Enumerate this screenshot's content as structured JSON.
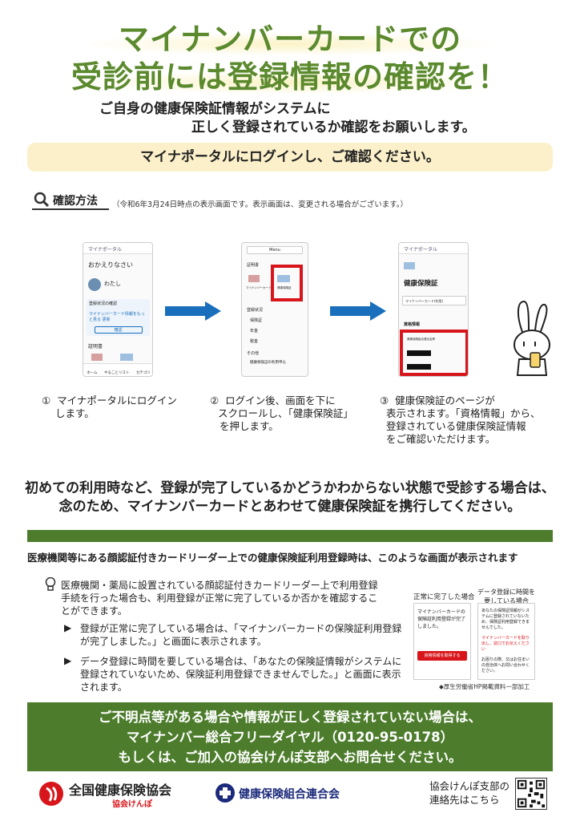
{
  "header": {
    "title_line1": "マイナンバーカードでの",
    "title_line2": "受診前には登録情報の確認を！",
    "subtitle_line1": "ご自身の健康保険証情報がシステムに",
    "subtitle_line2": "正しく登録されているか確認をお願いします。",
    "banner": "マイナポータルにログインし、ご確認ください。"
  },
  "method": {
    "heading": "確認方法",
    "note": "（令和6年3月24日時点の表示画面です。表示画面は、変更される場合がございます。）"
  },
  "phone1": {
    "app_name": "マイナポータル",
    "greeting": "おかえりなさい",
    "user": "わたし",
    "notice_title": "登録状況の確認",
    "notice_link": "マイナンバーカード情報をもっと見る 更新",
    "confirm_btn": "確認",
    "section": "証明書",
    "nav": [
      "ホーム",
      "やることリスト",
      "カテゴリ"
    ]
  },
  "phone2": {
    "menu": "Menu",
    "section1": "証明書",
    "card_label1": "マイナンバーカード",
    "card_label2": "健康保険証",
    "section2": "登録状況",
    "list": [
      "保険証",
      "年金",
      "税金"
    ],
    "section3": "その他",
    "link": "健康保険証の利用申込"
  },
  "phone3": {
    "app_name": "マイナポータル",
    "title": "健康保険証",
    "field": "マイナンバーカード(利用)",
    "section": "資格情報",
    "insurer": "健康保険組合連合会等"
  },
  "steps": [
    {
      "num": "①",
      "text_line1": "マイナポータルにログイン",
      "text_line2": "します。"
    },
    {
      "num": "②",
      "text_line1": "ログイン後、画面を下に",
      "text_line2": "スクロールし、「健康保険証」",
      "text_line3": "を押します。"
    },
    {
      "num": "③",
      "text_line1": "健康保険証のページが",
      "text_line2": "表示されます。「資格情報」から、",
      "text_line3": "登録されている健康保険証情報",
      "text_line4": "をご確認いただけます。"
    }
  ],
  "caution_line1": "初めての利用時など、登録が完了しているかどうかわからない状態で受診する場合は、",
  "caution_line2": "念のため、マイナンバーカードとあわせて健康保険証を携行してください。",
  "reader": {
    "heading": "医療機関等にある顔認証付きカードリーダー上での健康保険証利用登録時は、このような画面が表示されます",
    "intro_line1": "医療機関・薬局に設置されている顔認証付きカードリーダー上で利用登録",
    "intro_line2": "手続を行った場合も、利用登録が正常に完了しているか否かを確認するこ",
    "intro_line3": "とができます。",
    "bullet1_line1": "登録が正常に完了している場合は、「マイナンバーカードの保険証利用登録",
    "bullet1_line2": "が完了しました。」と画面に表示されます。",
    "bullet2_line1": "データ登録に時間を要している場合は、「あなたの保険証情報がシステムに",
    "bullet2_line2": "登録されていないため、保険証利用登録できませんでした。」と画面に表示",
    "bullet2_line3": "されます。",
    "screen1_label": "正常に完了した場合",
    "screen1_text": "マイナンバーカードの保険証利用登録が完了しました。",
    "screen1_button": "資格情報を取得する",
    "screen2_label_line1": "データ登録に時間を",
    "screen2_label_line2": "要している場合",
    "screen2_text": "あなたの保険証情報がシステムに登録されていないため、保険証利用登録できませんでした。",
    "screen2_red": "マイナンバーカードを取り出し、窓口でお伝えください",
    "screen2_text2": "お困りの際、又はお住まいの自治体へお問い合わせください。",
    "source": "◆厚生労働省HP掲載資料一部加工"
  },
  "footer": {
    "line1": "ご不明点等がある場合や情報が正しく登録されていない場合は、",
    "line2": "マイナンバー総合フリーダイヤル（0120-95-0178）",
    "line3": "もしくは、ご加入の協会けんぽ支部へお問合せください。",
    "logo1_name": "全国健康保険協会",
    "logo1_sub": "協会けんぽ",
    "logo2_name": "健康保険組合連合会",
    "contact_line1": "協会けんぽ支部の",
    "contact_line2": "連絡先はこちら"
  },
  "colors": {
    "green": "#5b8a2e",
    "dark_green": "#4d7d2c",
    "red": "#d8151b",
    "blue": "#1a6fbd",
    "banner": "#fbf0c9"
  }
}
